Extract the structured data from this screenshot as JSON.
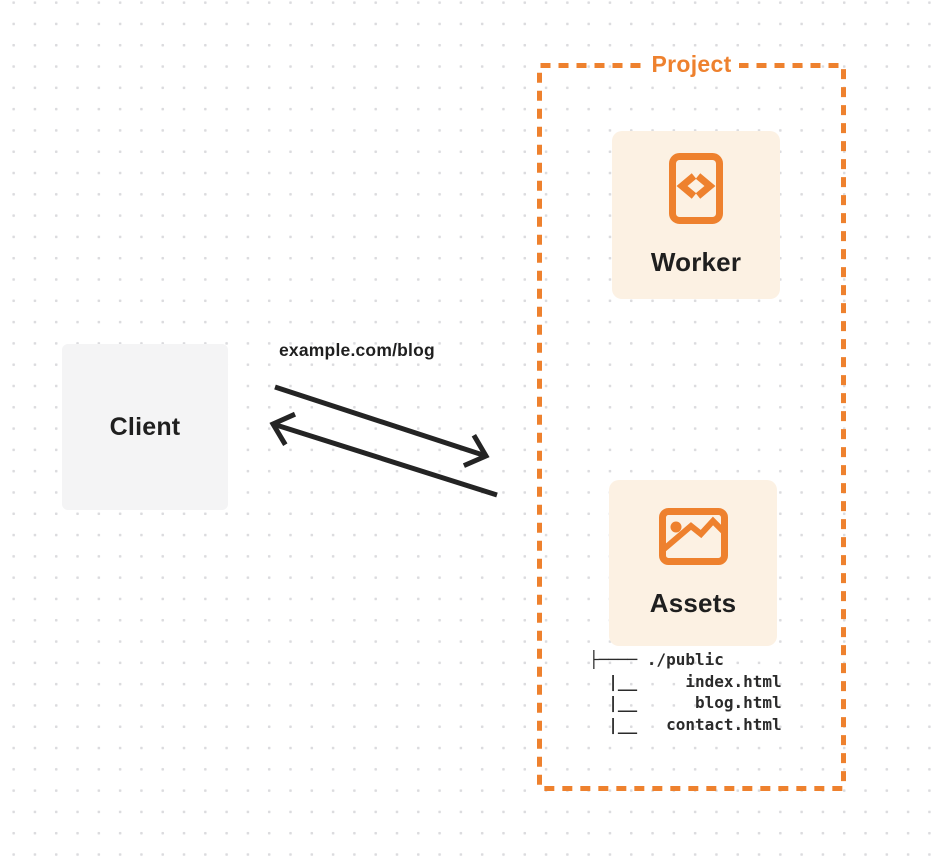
{
  "colors": {
    "accent_orange": "#ee812e",
    "card_bg": "#fcf1e3",
    "client_bg": "#f4f4f5",
    "text_dark": "#1f1f1f",
    "tree_text": "#2b2b2b",
    "arrow_color": "#242424",
    "dot_color": "#dbdbde"
  },
  "client": {
    "label": "Client"
  },
  "request": {
    "label": "example.com/blog"
  },
  "project": {
    "label": "Project",
    "worker": {
      "label": "Worker",
      "icon": "code-file-icon"
    },
    "assets": {
      "label": "Assets",
      "icon": "image-icon",
      "tree": {
        "lines": [
          "├──── ./public",
          "  |__     index.html",
          "  |__      blog.html",
          "  |__   contact.html"
        ]
      }
    }
  }
}
